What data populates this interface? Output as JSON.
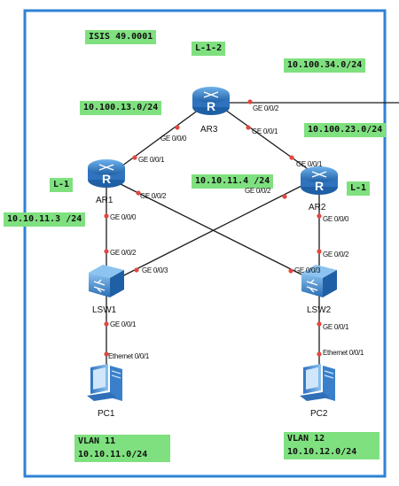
{
  "colors": {
    "frame": "#2d82d6",
    "label_bg": "#7fe07f",
    "link": "#1a1a1a",
    "port_dot": "#e2483f",
    "router_dark": "#1f5fa5",
    "router_light": "#5da4e6",
    "switch_dark": "#1f5fa5",
    "switch_light": "#6fb2ec",
    "pc": "#4d8fd6"
  },
  "labels": {
    "isis_area": "ISIS 49.0001",
    "ar3_level": "L-1-2",
    "net_34": "10.100.34.0/24",
    "net_13": "10.100.13.0/24",
    "net_23": "10.100.23.0/24",
    "ar1_level": "L-1",
    "ar2_level": "L-1",
    "ip_ar2": "10.10.11.4 /24",
    "ip_ar1": "10.10.11.3 /24",
    "vlan11_name": "VLAN 11",
    "vlan11_net": "10.10.11.0/24",
    "vlan12_name": "VLAN 12",
    "vlan12_net": "10.10.12.0/24"
  },
  "devices": {
    "ar3": "AR3",
    "ar1": "AR1",
    "ar2": "AR2",
    "lsw1": "LSW1",
    "lsw2": "LSW2",
    "pc1": "PC1",
    "pc2": "PC2"
  },
  "ports": {
    "ar3_ge002": "GE 0/0/2",
    "ar3_ge000": "GE 0/0/0",
    "ar3_ge001": "GE 0/0/1",
    "ar1_ge001": "GE 0/0/1",
    "ar1_ge002": "GE 0/0/2",
    "ar1_ge000": "GE 0/0/0",
    "ar2_ge001": "GE 0/0/1",
    "ar2_ge002": "GE 0/0/2",
    "ar2_ge000": "GE 0/0/0",
    "lsw1_ge002": "GE 0/0/2",
    "lsw1_ge003": "GE 0/0/3",
    "lsw1_ge001": "GE 0/0/1",
    "lsw2_ge002": "GE 0/0/2",
    "lsw2_ge003": "GE 0/0/3",
    "lsw2_ge001": "GE 0/0/1",
    "pc1_eth": "Ethernet 0/0/1",
    "pc2_eth": "Ethernet 0/0/1"
  }
}
